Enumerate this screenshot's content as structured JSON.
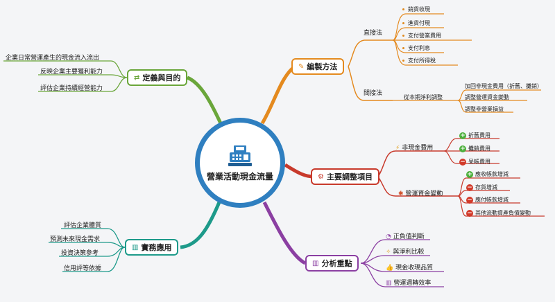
{
  "center": {
    "title": "營業活動現金流量",
    "icon": "cash-register-icon"
  },
  "colors": {
    "orange": "#e48a1f",
    "red": "#c83a2c",
    "purple": "#8b3fa2",
    "teal": "#1d9a8a",
    "green": "#6aa63a",
    "blue": "#2f7fc0",
    "plus": "#4caf3c",
    "minus": "#d23a2a"
  },
  "definition": {
    "label": "定義與目的",
    "items": [
      "企業日常營運產生的現金流入流出",
      "反映企業主要獲利能力",
      "評估企業持續經營能力"
    ]
  },
  "method": {
    "label": "編製方法",
    "direct": {
      "label": "直接法",
      "items": [
        "銷貨收現",
        "進貨付現",
        "支付營業費用",
        "支付利息",
        "支付所得稅"
      ]
    },
    "indirect": {
      "label": "間接法",
      "sub": "從本期淨利調整",
      "items": [
        "加回非現金費用（折舊、攤銷）",
        "調整營運資金變動",
        "調整非營業損益"
      ]
    }
  },
  "adjust": {
    "label": "主要調整項目",
    "noncash": {
      "label": "非現金費用",
      "items": [
        {
          "sign": "+",
          "text": "折舊費用"
        },
        {
          "sign": "+",
          "text": "攤銷費用"
        },
        {
          "sign": "-",
          "text": "呆帳費用"
        }
      ]
    },
    "working": {
      "label": "營運資金變動",
      "items": [
        {
          "sign": "+",
          "text": "應收帳款增減"
        },
        {
          "sign": "-",
          "text": "存貨增減"
        },
        {
          "sign": "-",
          "text": "應付帳款增減"
        },
        {
          "sign": "-",
          "text": "其他流動資產負債變動"
        }
      ]
    }
  },
  "analysis": {
    "label": "分析重點",
    "items": [
      {
        "icon": "pie-chart-icon",
        "text": "正負值判斷"
      },
      {
        "icon": "sparkle-icon",
        "text": "與淨利比較"
      },
      {
        "icon": "thumbs-up-icon",
        "text": "現金收現品質"
      },
      {
        "icon": "bar-chart-icon",
        "text": "營運週轉效率"
      }
    ]
  },
  "practice": {
    "label": "實務應用",
    "items": [
      "評估企業體質",
      "預測未來現金需求",
      "投資決策參考",
      "信用評等依據"
    ]
  }
}
